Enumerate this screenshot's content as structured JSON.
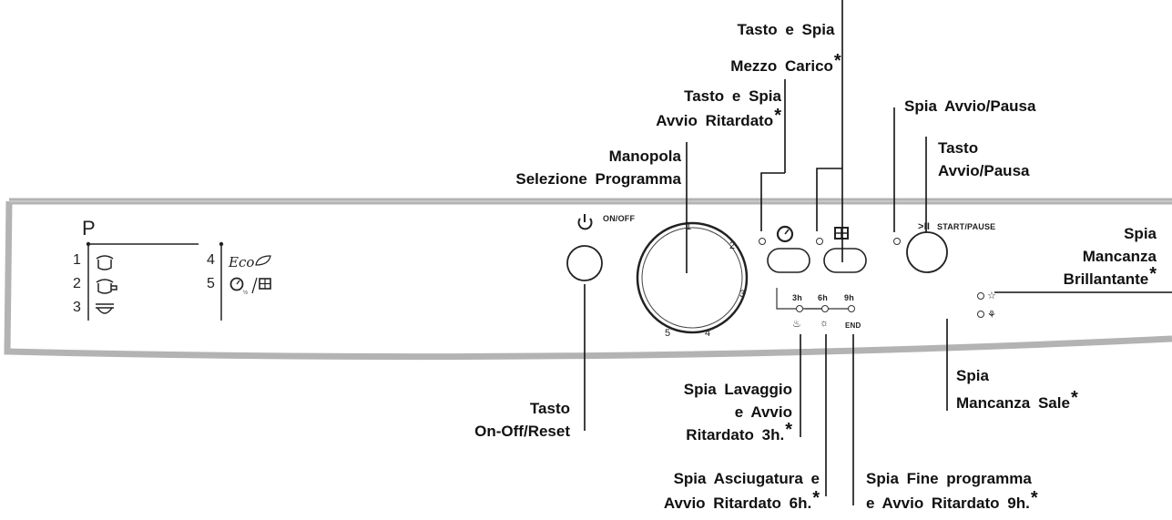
{
  "callouts": {
    "mezzo_carico": {
      "line1": "Tasto e Spia",
      "line2": "Mezzo  Carico",
      "asterisk": "*"
    },
    "avvio_ritardato": {
      "line1": "Tasto e Spia",
      "line2": "Avvio  Ritardato",
      "asterisk": "*"
    },
    "manopola": {
      "line1": "Manopola",
      "line2": "Selezione  Programma"
    },
    "spia_avvio_pausa": {
      "text": "Spia  Avvio/Pausa"
    },
    "tasto_avvio_pausa": {
      "line1": "Tasto",
      "line2": "Avvio/Pausa"
    },
    "spia_brillantante": {
      "line1": "Spia",
      "line2": "Mancanza",
      "line3": "Brillantante",
      "asterisk": "*"
    },
    "tasto_onoff": {
      "line1": "Tasto",
      "line2": "On-Off/Reset"
    },
    "spia_lavaggio": {
      "line1": "Spia  Lavaggio",
      "line2": "e  Avvio",
      "line3": "Ritardato  3h.",
      "asterisk": "*"
    },
    "spia_sale": {
      "line1": "Spia",
      "line2": "Mancanza  Sale",
      "asterisk": "*"
    },
    "spia_asciugatura": {
      "line1": "Spia  Asciugatura  e",
      "line2": "Avvio  Ritardato  6h.",
      "asterisk": "*"
    },
    "spia_fine": {
      "line1": "Spia  Fine  programma",
      "line2": "e  Avvio  Ritardato  9h.",
      "asterisk": "*"
    }
  },
  "panel": {
    "program_header": "P",
    "programs": [
      {
        "num": "1",
        "icon": "pot-icon"
      },
      {
        "num": "2",
        "icon": "pan-icon"
      },
      {
        "num": "3",
        "icon": "bowl-icon"
      },
      {
        "num": "4",
        "icon": "eco-icon",
        "label": "Eco"
      },
      {
        "num": "5",
        "icon": "timer-halfload-icon"
      }
    ],
    "onoff_label": "ON/OFF",
    "startpause_symbol": ">II",
    "startpause_label": "START/PAUSE",
    "dial_marks": [
      "1",
      "2",
      "3",
      "4",
      "5"
    ],
    "delay_hours": [
      "3h",
      "6h",
      "9h"
    ],
    "end_label": "END"
  }
}
